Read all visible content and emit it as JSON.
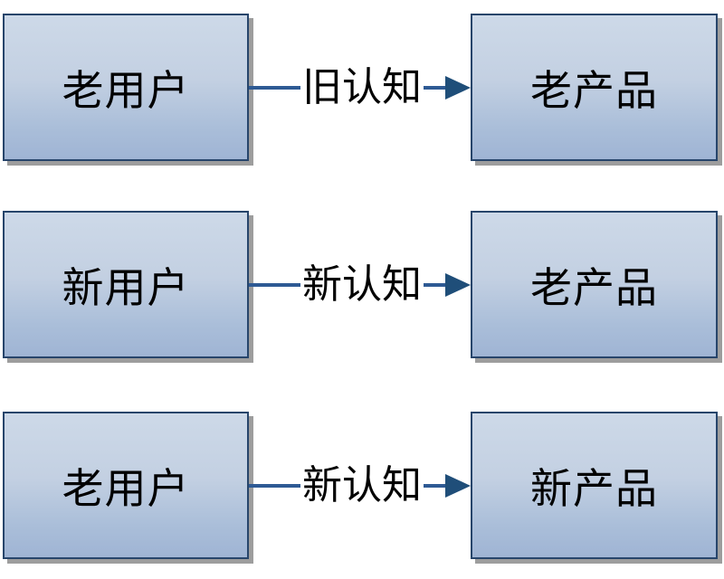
{
  "diagram": {
    "colors": {
      "background": "#ffffff",
      "box_border": "#27456b",
      "box_fill_top": "#cdd9e8",
      "box_fill_bottom": "#9fb4d4",
      "box_shadow": "#9d9d9d",
      "arrow_line": "#2e5a94",
      "arrowhead": "#1f4e79",
      "text": "#000000"
    },
    "rows": [
      {
        "left": "老用户",
        "arrow": "旧认知",
        "right": "老产品"
      },
      {
        "left": "新用户",
        "arrow": "新认知",
        "right": "老产品"
      },
      {
        "left": "老用户",
        "arrow": "新认知",
        "right": "新产品"
      }
    ]
  }
}
